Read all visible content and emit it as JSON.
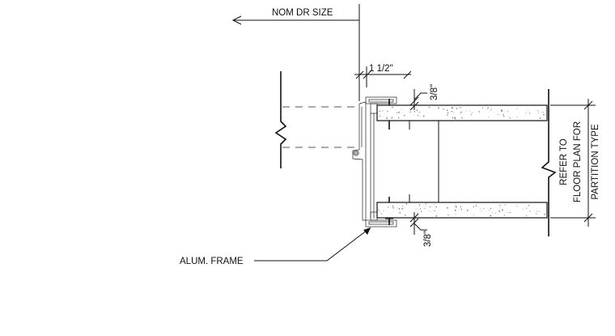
{
  "labels": {
    "nom_dr_size": "NOM DR SIZE",
    "dim_1_1_2": "1 1/2\"",
    "dim_3_8_top": "3/8\"",
    "dim_3_8_bottom": "3/8\"",
    "alum_frame": "ALUM. FRAME",
    "partition_note_line1": "REFER TO",
    "partition_note_line2": "FLOOR PLAN FOR",
    "partition_note_line3": "PARTITION TYPE"
  },
  "colors": {
    "line": "#111111",
    "hidden_line": "#555555",
    "background": "#ffffff"
  }
}
